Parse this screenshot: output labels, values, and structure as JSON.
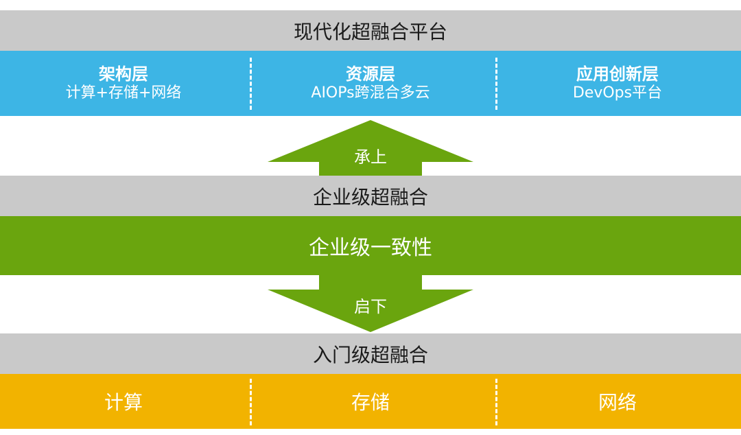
{
  "title_top": "现代化超融合平台",
  "blue_row": [
    {
      "head": "架构层",
      "sub": "计算+存储+网络"
    },
    {
      "head": "资源层",
      "sub": "AIOPs跨混合多云"
    },
    {
      "head": "应用创新层",
      "sub": "DevOps平台"
    }
  ],
  "arrow_up_label": "承上",
  "title_mid": "企业级超融合",
  "green_label": "企业级一致性",
  "arrow_down_label": "启下",
  "title_bottom": "入门级超融合",
  "orange_row": [
    "计算",
    "存储",
    "网络"
  ],
  "colors": {
    "gray": "#c9c9c9",
    "blue": "#3db5e5",
    "green": "#6aa50e",
    "orange": "#f2b300"
  }
}
